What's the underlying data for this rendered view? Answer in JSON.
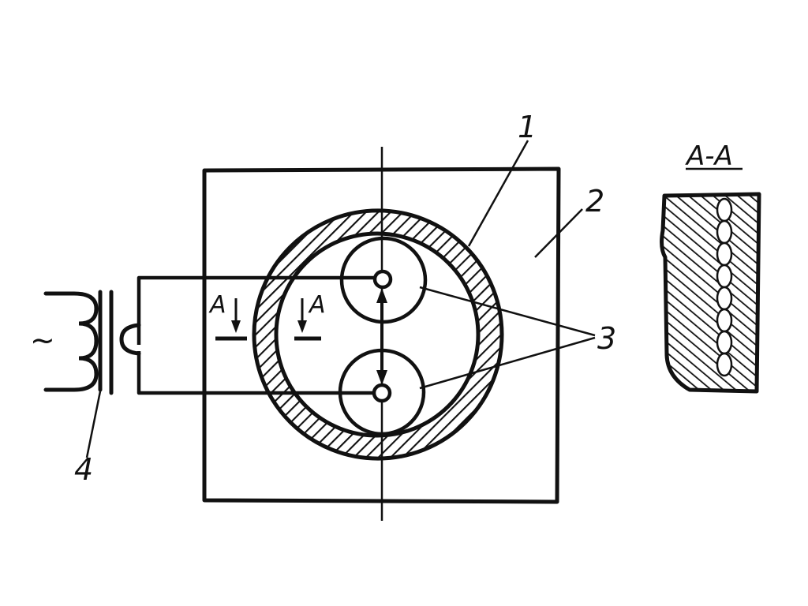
{
  "labels": {
    "weld_seam": "1",
    "workpiece": "2",
    "electrodes": "3",
    "transformer": "4",
    "ac_symbol": "~",
    "section_mark_left": "A",
    "section_mark_right": "A",
    "section_title": "A-A"
  },
  "colors": {
    "ink": "#111111",
    "paper": "#ffffff"
  }
}
